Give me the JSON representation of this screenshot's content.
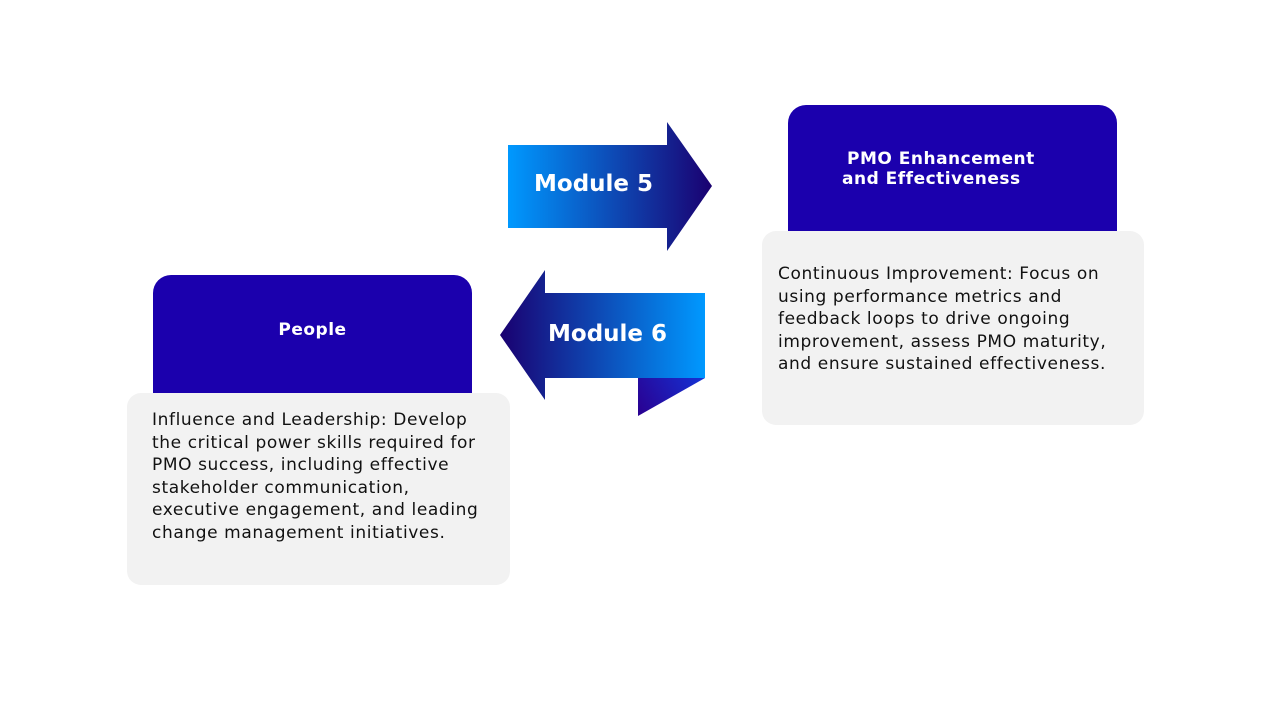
{
  "modules": [
    {
      "label": "Module 5",
      "direction": "right"
    },
    {
      "label": "Module 6",
      "direction": "left"
    }
  ],
  "boxes": [
    {
      "title": "PMO Enhancement and Effectiveness",
      "title_line1": "PMO Enhancement",
      "title_line2": "and Effectiveness",
      "description": "Continuous Improvement: Focus on using performance metrics and feedback loops to drive ongoing improvement, assess PMO maturity, and ensure sustained effectiveness."
    },
    {
      "title": "People",
      "description": "Influence and Leadership: Develop the critical power skills required for PMO success, including effective stakeholder communication, executive engagement, and leading change management initiatives."
    }
  ],
  "colors": {
    "header": "#1b00ad",
    "card": "#f2f2f2",
    "arrow_light": "#0099ff",
    "arrow_dark": "#1a0070"
  }
}
